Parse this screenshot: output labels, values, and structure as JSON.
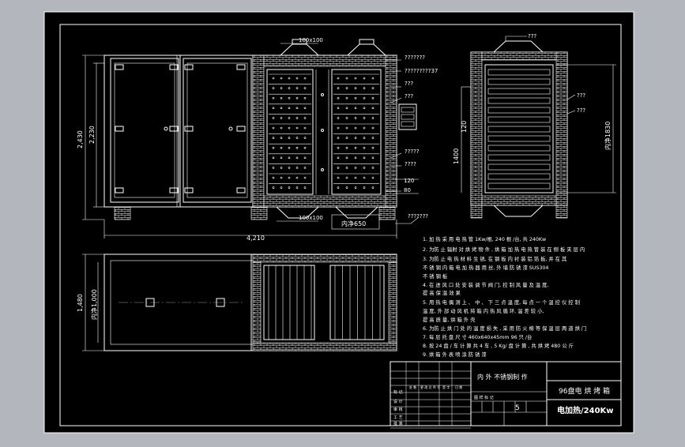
{
  "colors": {
    "background": "#b3b6bc",
    "sheet": "#000000",
    "lines": "#ffffff",
    "accent_red": "#ff3030"
  },
  "front_view": {
    "dim_top": "100x100",
    "dim_bottom": "100x100",
    "dim_width": "4,210",
    "dim_height_outer": "2,430",
    "dim_height_inner": "2,230",
    "inner_width_label": "内净650",
    "dim_120": "120",
    "dim_80": "80",
    "callouts": [
      "???????",
      "?????????37",
      "???",
      "???",
      "?????",
      "????",
      "???????"
    ]
  },
  "side_view": {
    "callouts_top": "???",
    "callouts_right": [
      "???",
      "???"
    ],
    "dim_1400": "1400",
    "dim_120": "120",
    "inner_height": "内净1830"
  },
  "plan_view": {
    "dim_1480": "1,480",
    "inner_width": "内净1,000"
  },
  "notes": [
    "1.   加 热 采 用 电 热 管 1Kw/根, 240 根 /台, 共 240Kw",
    "2.  为防 止 辐射 对 烘 烤 物 件 , 烘 箱 加 热 电 热 管 装 在 侧 板 夹 层 内",
    "3.  为防 止 电 热 材 料 生 锈, 在 钢 板 内 衬 装 铝 箔 板, 并 在 其",
    "     不 锈 钢 内 箱 电 加 热 器 用 丝, 外 墙 防 锈 漆 SUS304",
    "     不 锈 钢 板",
    "4.  在 进 风 口 处 安 装 调 节 阀 门, 控 制 风 量 及 温 度,",
    "     提 高 保 温 效 果",
    "5.  用 热 电 偶 测 上 、 中 、 下 三 点 温 度, 每 点 一 个 温 控 仪 控 制",
    "     温 度, 外 部 动 风 机 将 箱 内 热 风 循 环, 温 差 较 小,",
    "     提 高 质 量, 烘 箱 外 壳",
    "6.  为防 止 烘 门 处 的 温 度 损 失 , 采 用 防 火 棉 等 保 温 层 两 道 烘 门",
    "7.  每 层 托 盘 尺 寸 460x640x45mm  96 只 /台",
    "8.  按 24 盘 / 车 计 算 共 4 车 , 5 Kg/ 盘 计 算 , 共 烘 烤 480 公 斤",
    "9.  烘 箱 外 表 喷 涂 防 锈 漆"
  ],
  "title_block": {
    "material": "内 外 不锈钢制 作",
    "name": "96盘电 烘 烤 箱",
    "spec": "电加热/240Kw",
    "scale": "5",
    "row_labels": [
      "标 记",
      "设 计",
      "审 核",
      "工 艺",
      "批 准"
    ],
    "header_labels": [
      "处 数",
      "更 改 文 件 号",
      "签 字",
      "日 期"
    ],
    "small_label": "图 样 标 记"
  }
}
